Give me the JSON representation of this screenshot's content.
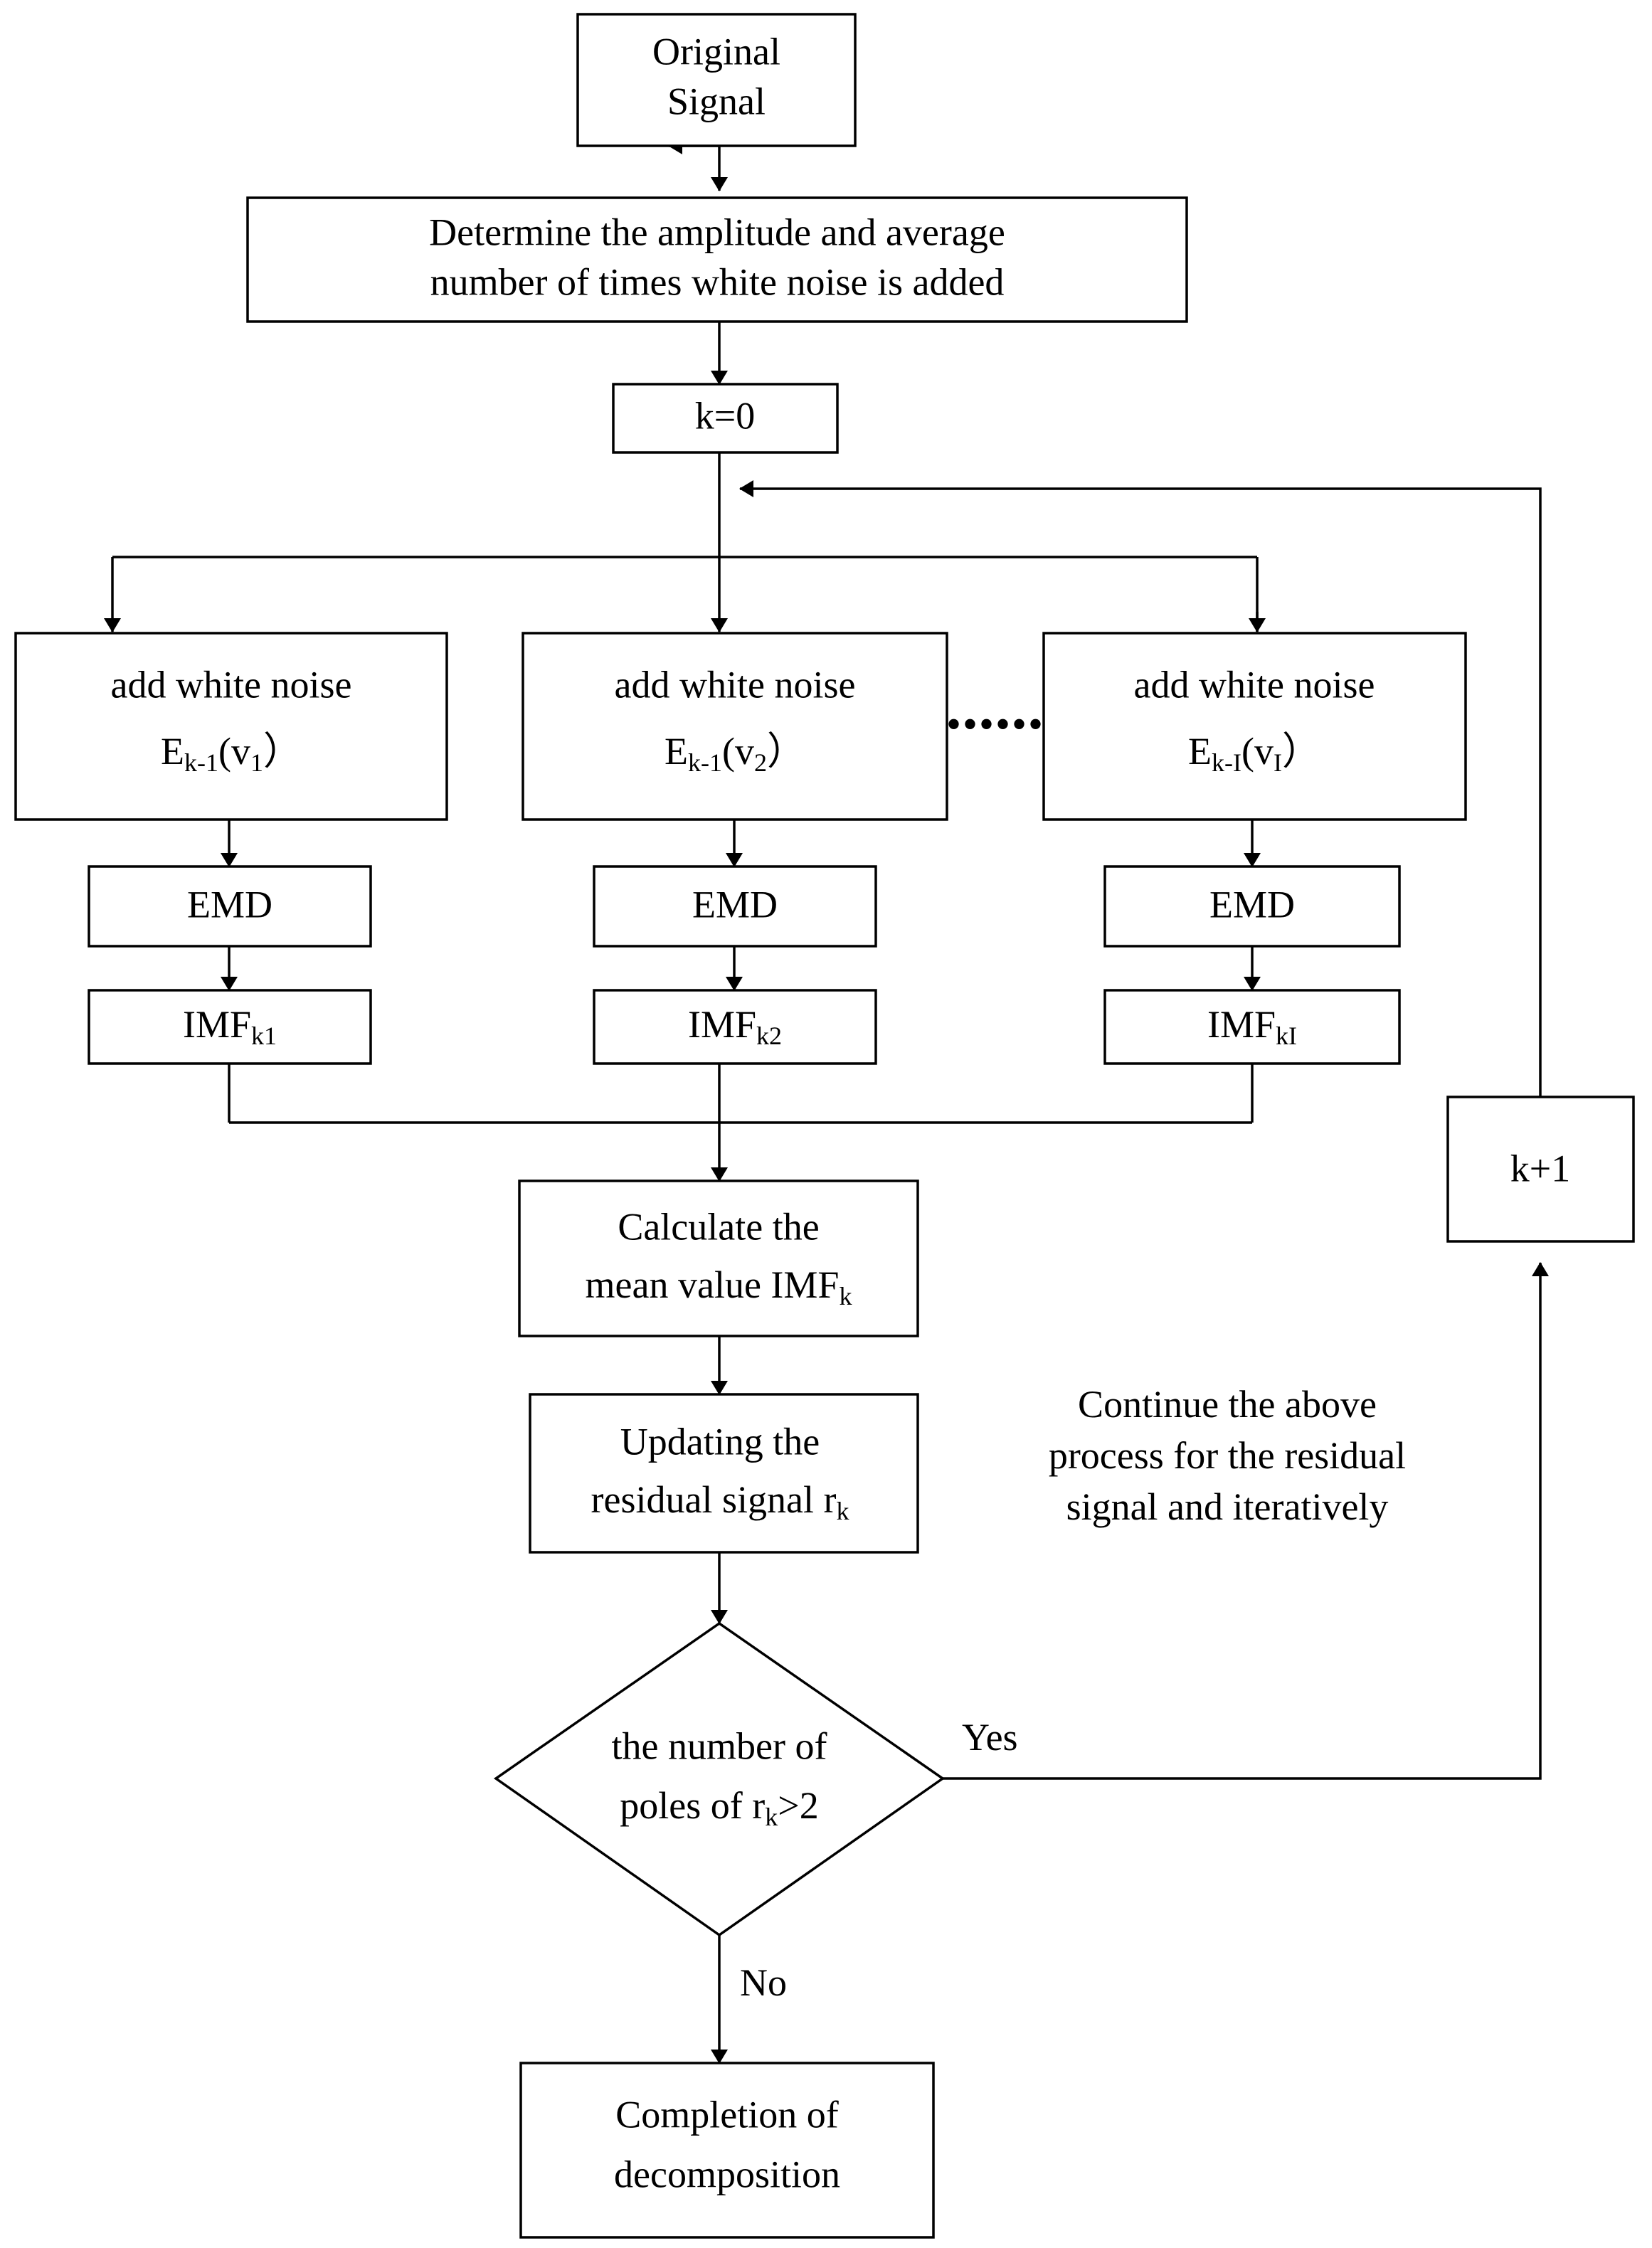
{
  "diagram": {
    "type": "flowchart",
    "title": "CEEMDAN decomposition flowchart",
    "background": "#ffffff",
    "line_color": "#000000",
    "text_color": "#000000"
  },
  "nodes": {
    "original_signal": {
      "line1": "Original",
      "line2": "Signal",
      "shape": "rect"
    },
    "determine": {
      "line1": "Determine the amplitude and average",
      "line2": "number of times white noise is added",
      "shape": "rect"
    },
    "k_init": {
      "label": "k=0",
      "shape": "rect"
    },
    "noise1": {
      "line1": "add white noise",
      "base": "E",
      "sub1": "k-1",
      "mid": "(v",
      "sub2": "1",
      "close": "）",
      "shape": "rect"
    },
    "noise2": {
      "line1": "add white noise",
      "base": "E",
      "sub1": "k-1",
      "mid": "(v",
      "sub2": "2",
      "close": "）",
      "shape": "rect"
    },
    "noise3": {
      "line1": "add white noise",
      "base": "E",
      "sub1": "k-I",
      "mid": "(v",
      "sub2": "I",
      "close": "）",
      "shape": "rect"
    },
    "emd1": {
      "label": "EMD",
      "shape": "rect"
    },
    "emd2": {
      "label": "EMD",
      "shape": "rect"
    },
    "emd3": {
      "label": "EMD",
      "shape": "rect"
    },
    "imf1": {
      "base": "IMF",
      "sub": "k1",
      "shape": "rect"
    },
    "imf2": {
      "base": "IMF",
      "sub": "k2",
      "shape": "rect"
    },
    "imf3": {
      "base": "IMF",
      "sub": "kI",
      "shape": "rect"
    },
    "mean": {
      "line1": "Calculate the",
      "line2_base": "mean value IMF",
      "line2_sub": "k",
      "shape": "rect"
    },
    "update": {
      "line1": "Updating the",
      "line2_base": "residual signal r",
      "line2_sub": "k",
      "shape": "rect"
    },
    "decision": {
      "line1": "the number of",
      "line2_base": "poles of r",
      "line2_sub": "k",
      "line2_tail": ">2",
      "shape": "diamond"
    },
    "k_plus": {
      "label": "k+1",
      "shape": "rect"
    },
    "completion": {
      "line1": "Completion of",
      "line2": "decomposition",
      "shape": "rect"
    }
  },
  "ellipsis": {
    "glyph": "••••••"
  },
  "edge_labels": {
    "yes": "Yes",
    "no": "No"
  },
  "annotation": {
    "line1": "Continue the above",
    "line2": "process for the residual",
    "line3": "signal and iteratively"
  }
}
